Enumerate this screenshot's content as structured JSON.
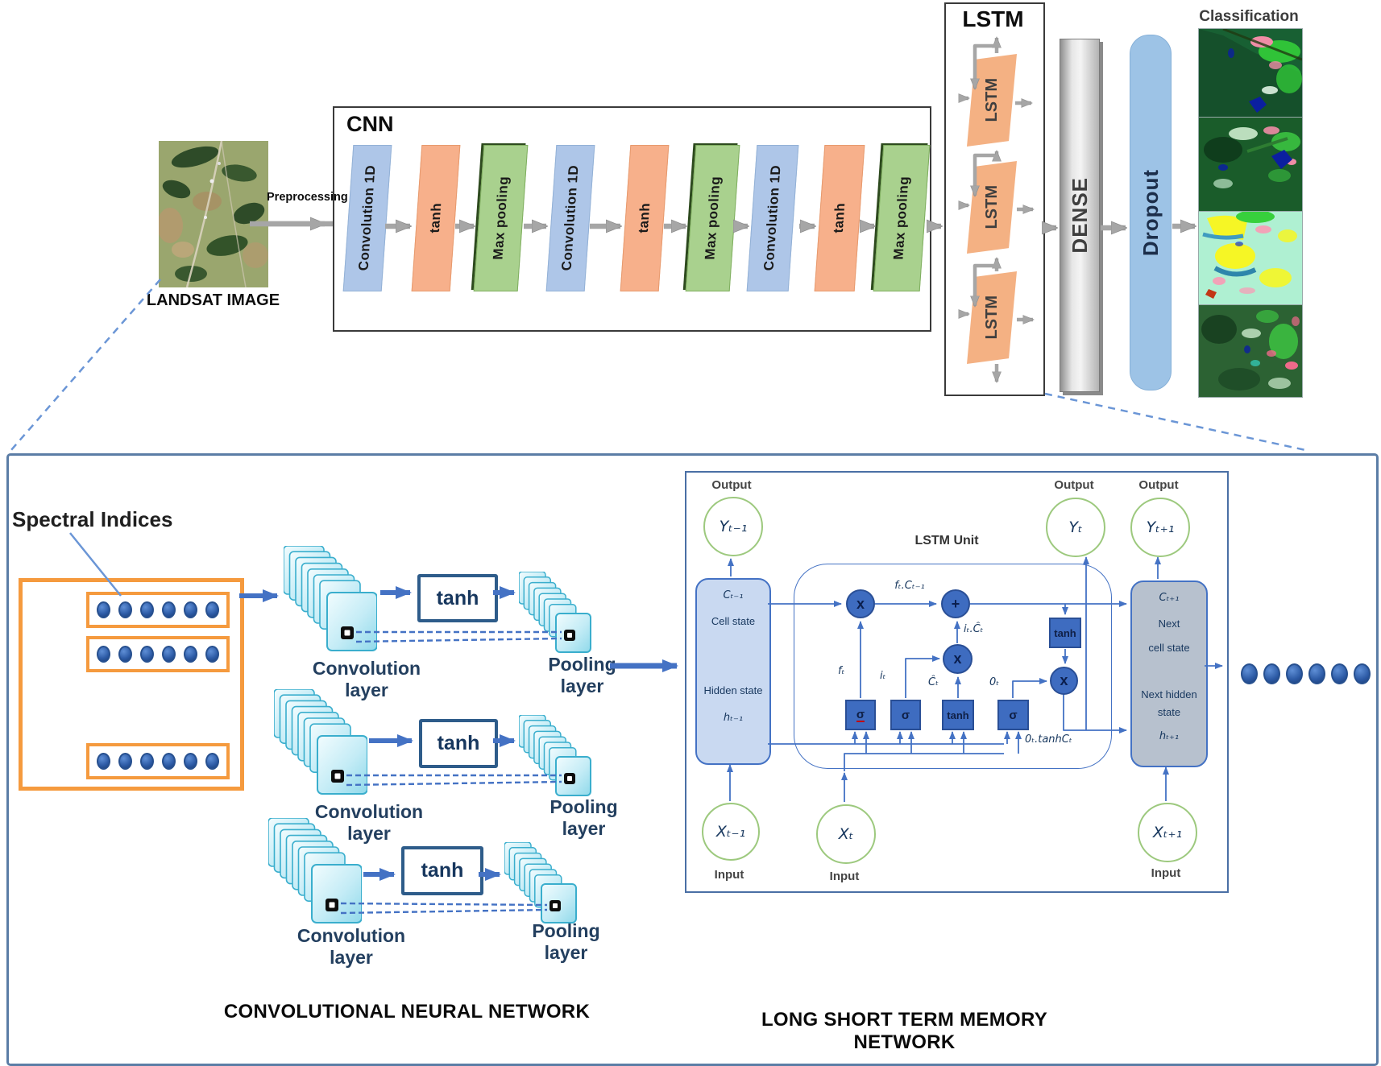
{
  "pipeline": {
    "landsat_label": "LANDSAT IMAGE",
    "preprocessing_label": "Preprocessing",
    "cnn_title": "CNN",
    "blocks": [
      {
        "label": "Convolution 1D"
      },
      {
        "label": "tanh"
      },
      {
        "label": "Max pooling"
      },
      {
        "label": "Convolution 1D"
      },
      {
        "label": "tanh"
      },
      {
        "label": "Max pooling"
      },
      {
        "label": "Convolution 1D"
      },
      {
        "label": "tanh"
      },
      {
        "label": "Max pooling"
      }
    ],
    "lstm_title": "LSTM",
    "lstm_cells": [
      "LSTM",
      "LSTM",
      "LSTM"
    ],
    "dense_label": "DENSE",
    "dropout_label": "Dropout",
    "classification_label": "Classification"
  },
  "cnn_detail": {
    "spectral_label": "Spectral Indices",
    "rows": [
      {
        "conv_line1": "Convolution",
        "conv_line2": "layer",
        "tanh": "tanh",
        "pool_line1": "Pooling",
        "pool_line2": "layer"
      },
      {
        "conv_line1": "Convolution",
        "conv_line2": "layer",
        "tanh": "tanh",
        "pool_line1": "Pooling",
        "pool_line2": "layer"
      },
      {
        "conv_line1": "Convolution",
        "conv_line2": "layer",
        "tanh": "tanh",
        "pool_line1": "Pooling",
        "pool_line2": "layer"
      }
    ],
    "caption": "CONVOLUTIONAL NEURAL NETWORK"
  },
  "lstm_detail": {
    "unit_title": "LSTM Unit",
    "caption": "LONG SHORT TERM MEMORY NETWORK",
    "outputs": [
      {
        "label": "Output",
        "value": "Yₜ₋₁"
      },
      {
        "label": "Output",
        "value": "Yₜ"
      },
      {
        "label": "Output",
        "value": "Yₜ₊₁"
      }
    ],
    "inputs": [
      {
        "label": "Input",
        "value": "Xₜ₋₁"
      },
      {
        "label": "Input",
        "value": "Xₜ"
      },
      {
        "label": "Input",
        "value": "Xₜ₊₁"
      }
    ],
    "prev_state": {
      "c": "Cₜ₋₁",
      "c_label": "Cell state",
      "h_label": "Hidden state",
      "h": "hₜ₋₁"
    },
    "next_state": {
      "c": "Cₜ₊₁",
      "l1": "Next",
      "l2": "cell state",
      "l3": "Next hidden",
      "l4": "state",
      "h": "hₜ₊₁"
    },
    "gates": [
      "σ",
      "σ",
      "tanh",
      "σ"
    ],
    "nodes": {
      "mul": "x",
      "add": "+",
      "tanh_box": "tanh"
    },
    "flow_labels": {
      "f_c": "fₜ.Cₜ₋₁",
      "i_c": "iₜ.Ĉₜ",
      "f": "fₜ",
      "i": "iₜ",
      "c_hat": "Ĉₜ",
      "o": "0ₜ",
      "o_tanh": "0ₜ.tanhCₜ"
    }
  },
  "colors": {
    "arrow_gray": "#a6a6a6",
    "accent_blue": "#4472c4",
    "conv_block": "#aec6e8",
    "tanh_block": "#f7b08b",
    "pool_block": "#a9d18e",
    "lstm_cell_orange": "#f4b183",
    "dense_gray": "#cfcfcf",
    "dropout_blue": "#9dc3e6",
    "orange_frame": "#f59a3e",
    "state_prev": "#c9d9f1",
    "state_next": "#b7c1ce",
    "io_circle_border": "#9dc97e",
    "gate_blue": "#3e6cc0"
  }
}
